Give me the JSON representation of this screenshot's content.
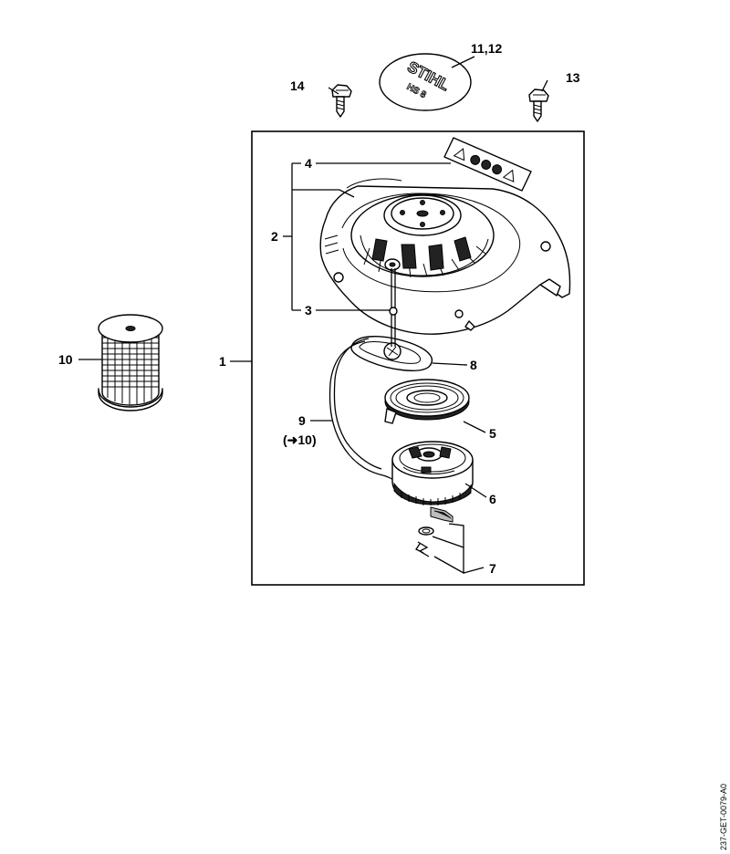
{
  "callouts": {
    "c1": "1",
    "c2": "2",
    "c3": "3",
    "c4": "4",
    "c5": "5",
    "c6": "6",
    "c7": "7",
    "c8": "8",
    "c9": "9",
    "c9_ref": "(➜10)",
    "c10": "10",
    "c11_12": "11,12",
    "c13": "13",
    "c14": "14"
  },
  "decal": {
    "brand": "STIHL",
    "model": "HS 8"
  },
  "drawing_code": "237-GET-0079-A0"
}
